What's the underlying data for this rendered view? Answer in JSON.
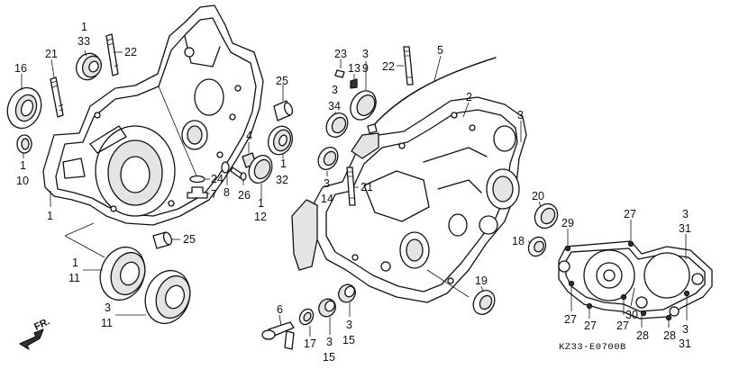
{
  "diagram": {
    "title": "Crankcase exploded parts diagram",
    "code": "KZ33-E0700B",
    "direction_label": "FR.",
    "colors": {
      "line": "#111111",
      "background": "#ffffff"
    }
  },
  "callouts": [
    {
      "id": "c16",
      "ref": "16",
      "qty": ""
    },
    {
      "id": "c21a",
      "ref": "21",
      "qty": ""
    },
    {
      "id": "c33",
      "ref": "33",
      "qty": "1"
    },
    {
      "id": "c22a",
      "ref": "22",
      "qty": ""
    },
    {
      "id": "c10",
      "ref": "10",
      "qty": "1"
    },
    {
      "id": "c1a",
      "ref": "1",
      "qty": ""
    },
    {
      "id": "c25a",
      "ref": "25",
      "qty": ""
    },
    {
      "id": "c4",
      "ref": "4",
      "qty": ""
    },
    {
      "id": "c32",
      "ref": "32",
      "qty": "1"
    },
    {
      "id": "c24",
      "ref": "24",
      "qty": ""
    },
    {
      "id": "c7",
      "ref": "7",
      "qty": ""
    },
    {
      "id": "c8",
      "ref": "8",
      "qty": ""
    },
    {
      "id": "c26",
      "ref": "26",
      "qty": ""
    },
    {
      "id": "c12",
      "ref": "12",
      "qty": "1"
    },
    {
      "id": "c25b",
      "ref": "25",
      "qty": ""
    },
    {
      "id": "c11a",
      "ref": "11",
      "qty": "1"
    },
    {
      "id": "c11b",
      "ref": "11",
      "qty": "3"
    },
    {
      "id": "c23",
      "ref": "23",
      "qty": ""
    },
    {
      "id": "c13",
      "ref": "13",
      "qty": ""
    },
    {
      "id": "c9",
      "ref": "9",
      "qty": "3"
    },
    {
      "id": "c22b",
      "ref": "22",
      "qty": ""
    },
    {
      "id": "c5",
      "ref": "5",
      "qty": ""
    },
    {
      "id": "c34",
      "ref": "34",
      "qty": "3"
    },
    {
      "id": "c2",
      "ref": "2",
      "qty": ""
    },
    {
      "id": "c3a",
      "ref": "3",
      "qty": ""
    },
    {
      "id": "c14",
      "ref": "14",
      "qty": "3"
    },
    {
      "id": "c21b",
      "ref": "21",
      "qty": ""
    },
    {
      "id": "c20",
      "ref": "20",
      "qty": ""
    },
    {
      "id": "c18",
      "ref": "18",
      "qty": ""
    },
    {
      "id": "c19",
      "ref": "19",
      "qty": ""
    },
    {
      "id": "c6",
      "ref": "6",
      "qty": ""
    },
    {
      "id": "c17",
      "ref": "17",
      "qty": ""
    },
    {
      "id": "c15a",
      "ref": "15",
      "qty": "3"
    },
    {
      "id": "c15b",
      "ref": "15",
      "qty": "3"
    },
    {
      "id": "c29",
      "ref": "29",
      "qty": ""
    },
    {
      "id": "c27a",
      "ref": "27",
      "qty": ""
    },
    {
      "id": "c31a",
      "ref": "31",
      "qty": "3"
    },
    {
      "id": "c27b",
      "ref": "27",
      "qty": ""
    },
    {
      "id": "c27c",
      "ref": "27",
      "qty": ""
    },
    {
      "id": "c27d",
      "ref": "27",
      "qty": ""
    },
    {
      "id": "c30",
      "ref": "30",
      "qty": ""
    },
    {
      "id": "c28a",
      "ref": "28",
      "qty": ""
    },
    {
      "id": "c28b",
      "ref": "28",
      "qty": ""
    },
    {
      "id": "c31b",
      "ref": "31",
      "qty": "3"
    }
  ]
}
